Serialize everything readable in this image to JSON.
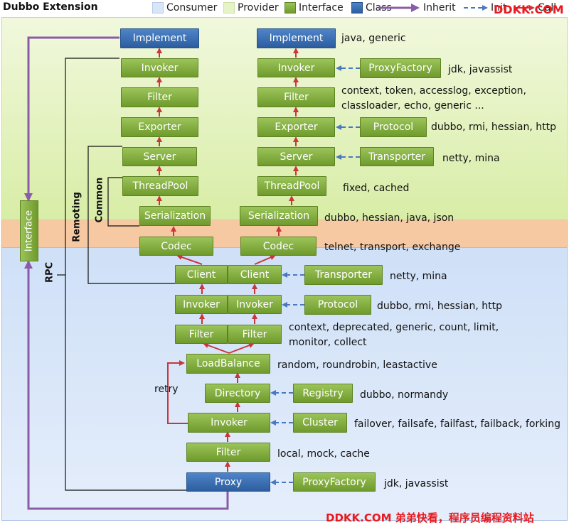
{
  "title": "Dubbo Extension",
  "legend": {
    "consumer": "Consumer",
    "provider": "Provider",
    "interface": "Interface",
    "class": "Class",
    "inherit": "Inherit",
    "init": "Init",
    "call": "Call"
  },
  "colors": {
    "consumer_bg": "#cfe0f7",
    "provider_bg": "#d8eda6",
    "interface": "#7ba63a",
    "class": "#3a6fb5",
    "inherit_line": "#8a5ca8",
    "init_line": "#4a78c0",
    "call_line": "#c8373a"
  },
  "side_labels": {
    "interface": "Interface",
    "rpc": "RPC",
    "remoting": "Remoting",
    "common": "Common",
    "retry": "retry"
  },
  "provider_left": {
    "implement": "Implement",
    "invoker": "Invoker",
    "filter": "Filter",
    "exporter": "Exporter",
    "server": "Server",
    "threadpool": "ThreadPool",
    "serialization": "Serialization",
    "codec": "Codec"
  },
  "provider_right": {
    "implement": "Implement",
    "invoker": "Invoker",
    "filter": "Filter",
    "exporter": "Exporter",
    "server": "Server",
    "threadpool": "ThreadPool",
    "serialization": "Serialization",
    "codec": "Codec",
    "proxyfactory": "ProxyFactory",
    "protocol": "Protocol",
    "transporter": "Transporter"
  },
  "consumer": {
    "client": "Client",
    "invoker": "Invoker",
    "filter": "Filter",
    "loadbalance": "LoadBalance",
    "directory": "Directory",
    "cluster_invoker": "Invoker",
    "filter2": "Filter",
    "proxy": "Proxy",
    "transporter": "Transporter",
    "protocol": "Protocol",
    "registry": "Registry",
    "cluster": "Cluster",
    "proxyfactory": "ProxyFactory"
  },
  "notes": {
    "implement": "java, generic",
    "proxyfactory_p": "jdk, javassist",
    "filter_p_1": "context, token, accesslog, exception,",
    "filter_p_2": "classloader, echo, generic ...",
    "protocol_p": "dubbo, rmi, hessian, http",
    "transporter_p": "netty, mina",
    "threadpool": "fixed, cached",
    "serialization": "dubbo, hessian, java, json",
    "codec": "telnet, transport, exchange",
    "transporter_c": "netty, mina",
    "protocol_c": "dubbo, rmi, hessian, http",
    "filter_c_1": "context, deprecated, generic, count, limit,",
    "filter_c_2": "monitor, collect",
    "loadbalance": "random, roundrobin, leastactive",
    "registry": "dubbo, normandy",
    "cluster": "failover, failsafe, failfast, failback, forking",
    "filter_c3": "local, mock, cache",
    "proxyfactory_c": "jdk, javassist"
  },
  "watermark": {
    "top": "DDKK.COM",
    "bottom": "DDKK.COM 弟弟快看，程序员编程资料站"
  }
}
